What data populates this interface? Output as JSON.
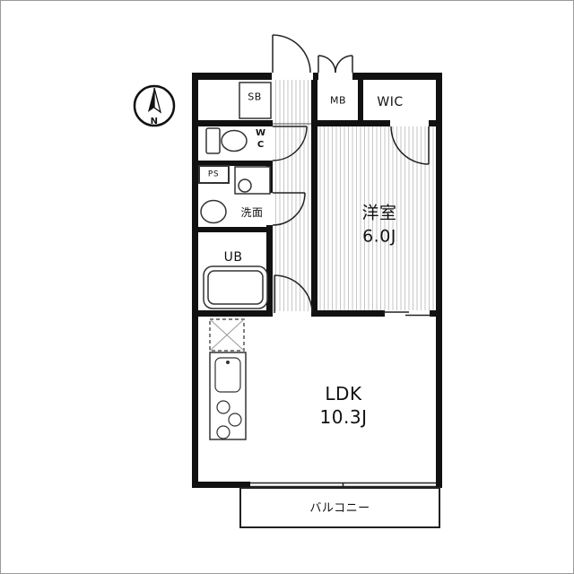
{
  "compass": {
    "north_label": "N"
  },
  "rooms": {
    "western_room": {
      "name": "洋室",
      "size": "6.0J"
    },
    "ldk": {
      "name": "LDK",
      "size": "10.3J"
    },
    "balcony": {
      "name": "バルコニー"
    },
    "bath": {
      "name": "UB"
    },
    "washroom": {
      "name": "洗面"
    },
    "toilet": {
      "name": "WC"
    },
    "walk_in_closet": {
      "name": "WIC"
    },
    "meter_box": {
      "name": "MB"
    },
    "shoe_box": {
      "name": "SB"
    },
    "pipe_space": {
      "name": "PS"
    }
  },
  "colors": {
    "wall": "#111111",
    "fixture_line": "#333333",
    "hatch": "#c6c6c6",
    "background": "#ffffff"
  }
}
